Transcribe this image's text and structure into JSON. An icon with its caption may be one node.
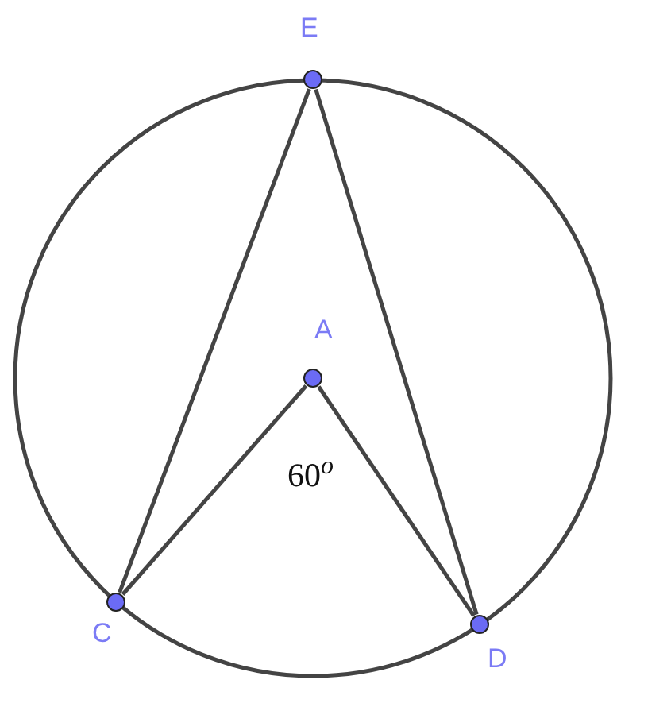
{
  "diagram": {
    "nodes": [
      {
        "text": [
          "E"
        ]
      },
      {
        "text": [
          "A"
        ]
      },
      {
        "text": [
          "C"
        ]
      },
      {
        "text": [
          "D"
        ]
      }
    ],
    "edges": [
      {
        "from": 0,
        "to": 2,
        "arrow": "none"
      },
      {
        "from": 0,
        "to": 3,
        "arrow": "none"
      },
      {
        "from": 1,
        "to": 2,
        "arrow": "none"
      },
      {
        "from": 1,
        "to": 3,
        "arrow": "none"
      }
    ],
    "labels": [
      "60$^{o}$"
    ]
  }
}
